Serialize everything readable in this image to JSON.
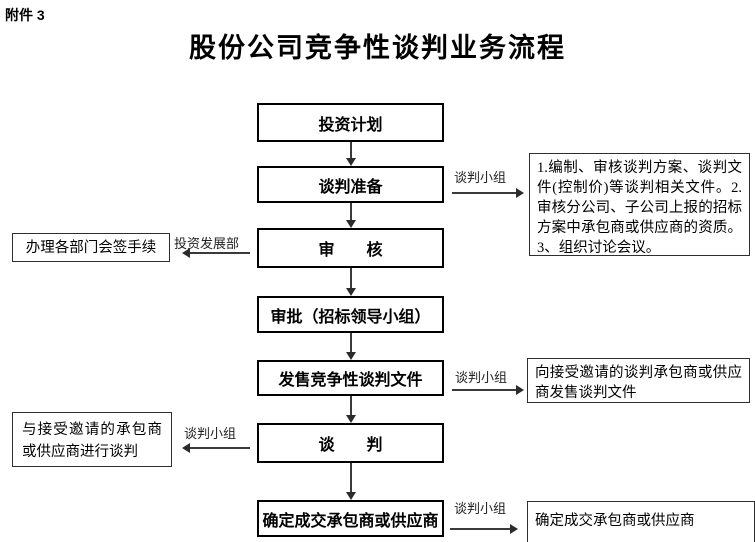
{
  "page": {
    "attachment": "附件 3",
    "title": "股份公司竞争性谈判业务流程"
  },
  "flow": {
    "nodes": [
      {
        "id": "investment-plan",
        "label": "投资计划"
      },
      {
        "id": "negotiation-prep",
        "label": "谈判准备"
      },
      {
        "id": "review",
        "label": "审　　核"
      },
      {
        "id": "approval",
        "label": "审批（招标领导小组）"
      },
      {
        "id": "issue-documents",
        "label": "发售竞争性谈判文件"
      },
      {
        "id": "negotiation",
        "label": "谈　　判"
      },
      {
        "id": "confirm-winner",
        "label": "确定成交承包商或供应商"
      }
    ],
    "annotations": {
      "prep_right": {
        "arrow_label": "谈判小组",
        "text": "1.编制、审核谈判方案、谈判文件(控制价)等谈判相关文件。2.审核分公司、子公司上报的招标方案中承包商或供应商的资质。3、组织讨论会议。"
      },
      "review_left": {
        "arrow_label": "投资发展部",
        "text": "办理各部门会签手续"
      },
      "issue_right": {
        "arrow_label": "谈判小组",
        "text": "向接受邀请的谈判承包商或供应商发售谈判文件"
      },
      "negotiation_left": {
        "arrow_label": "谈判小组",
        "text": "与接受邀请的承包商或供应商进行谈判"
      },
      "confirm_right": {
        "arrow_label": "谈判小组",
        "text": "确定成交承包商或供应商"
      }
    }
  },
  "colors": {
    "border": "#000000",
    "line": "#3a3a3a",
    "background": "#ffffff",
    "text": "#000000"
  }
}
